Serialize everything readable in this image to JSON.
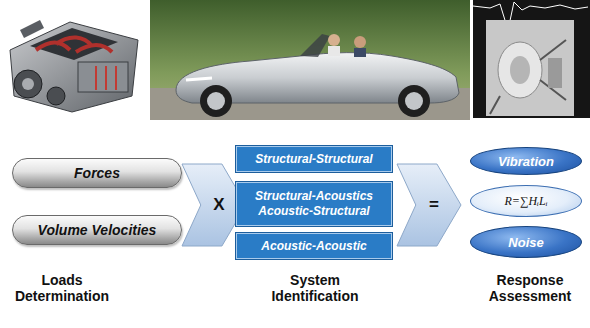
{
  "diagram": {
    "nodes": [
      {
        "text": [
          "Forces"
        ]
      },
      {
        "text": [
          "Volume Velocities"
        ]
      },
      {
        "text": [
          "X"
        ]
      },
      {
        "text": [
          "Structural-Structural"
        ]
      },
      {
        "text": [
          "Structural-Acoustics Acoustic-Structural"
        ]
      },
      {
        "text": [
          "Acoustic-Acoustic"
        ]
      },
      {
        "text": [
          "="
        ]
      },
      {
        "text": [
          "Vibration"
        ]
      },
      {
        "text": [
          "R=∑HᵢLᵢ"
        ]
      },
      {
        "text": [
          "Noise"
        ]
      }
    ],
    "labels": [
      "Loads Determination",
      "System Identification",
      "Response Assessment"
    ]
  }
}
